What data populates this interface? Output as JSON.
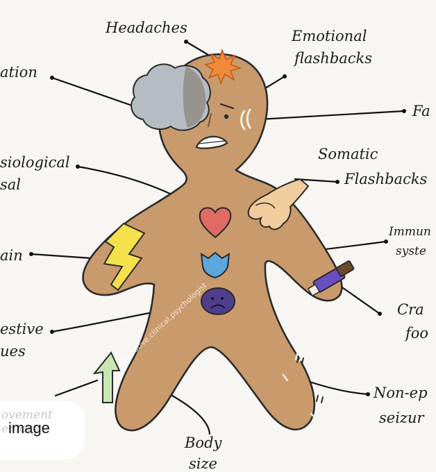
{
  "labels": {
    "headaches": "Headaches",
    "emotional_1": "Emotional",
    "emotional_2": "flashbacks",
    "dissociation": "ation",
    "fatigue": "Fa",
    "physio_1": "siological",
    "physio_2": "sal",
    "somatic_1": "Somatic",
    "somatic_2": "Flashbacks",
    "pain": "ain",
    "immune_1": "Immun",
    "immune_2": "syste",
    "digestive_1": "estive",
    "digestive_2": "ues",
    "cravings_1": "Cra",
    "cravings_2": "foo",
    "seizures_1": "Non-ep",
    "seizures_2": "seizur",
    "body_1": "Body",
    "body_2": "size"
  },
  "watermark": "@creative.clinical.psychologist",
  "badge": {
    "ghost_text": "ovement\nemory",
    "label": "image"
  },
  "colors": {
    "body_fill": "#c99a6c",
    "body_outline": "#2a2a2a",
    "heart": "#e06a64",
    "shield": "#5ba6da",
    "stomach": "#4f3f8a",
    "lightning": "#f4e04a",
    "cloud": "#b5bcc4",
    "burst": "#f08a3a",
    "hand": "#f1cc9c",
    "inhaler": "#6a4fc2"
  }
}
